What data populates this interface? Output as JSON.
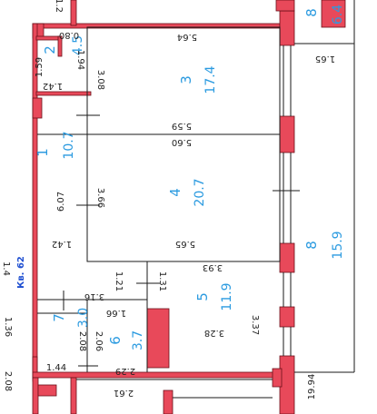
{
  "colors": {
    "wall": "#e8495a",
    "wall_stroke": "#6a1018",
    "line": "#1a1a1a",
    "room_label": "#2c9be0",
    "apartment_label": "#1f4fd1"
  },
  "apartment_label": "Кв. 62",
  "rooms": [
    {
      "id": "1",
      "number": "1",
      "area": "10.7"
    },
    {
      "id": "2",
      "number": "2",
      "area": "4.5"
    },
    {
      "id": "3",
      "number": "3",
      "area": "17.4"
    },
    {
      "id": "4",
      "number": "4",
      "area": "20.7"
    },
    {
      "id": "5",
      "number": "5",
      "area": "11.9"
    },
    {
      "id": "6",
      "number": "6",
      "area": "3.7"
    },
    {
      "id": "7",
      "number": "7",
      "area": "3.0"
    },
    {
      "id": "8a",
      "number": "8",
      "area": "15.9"
    },
    {
      "id": "8b",
      "number": "8",
      "area": "6.4"
    }
  ],
  "dimensions": {
    "d_0_80": "0.80",
    "d_5_64": "5.64",
    "d_1_65": "1.65",
    "d_1_59": "1.59",
    "d_1_94": "1.94",
    "d_1_42_top": "1.42",
    "d_3_08": "3.08",
    "d_5_59": "5.59",
    "d_5_60": "5.60",
    "d_6_07": "6.07",
    "d_3_66": "3.66",
    "d_1_42_mid": "1.42",
    "d_5_65": "5.65",
    "d_3_93": "3.93",
    "d_1_21": "1.21",
    "d_1_31": "1.31",
    "d_3_16": "3.16",
    "d_1_66": "1.66",
    "d_3_37": "3.37",
    "d_3_28": "3.28",
    "d_2_08": "2.08",
    "d_2_06": "2.06",
    "d_1_44": "1.44",
    "d_2_29": "2.29",
    "d_2_61": "2.61",
    "d_19_94": "19.94",
    "d_1_36": "1.36",
    "d_1_4": "1.4",
    "d_2_08_edge": "2.08",
    "d_1_2": "1.2"
  }
}
